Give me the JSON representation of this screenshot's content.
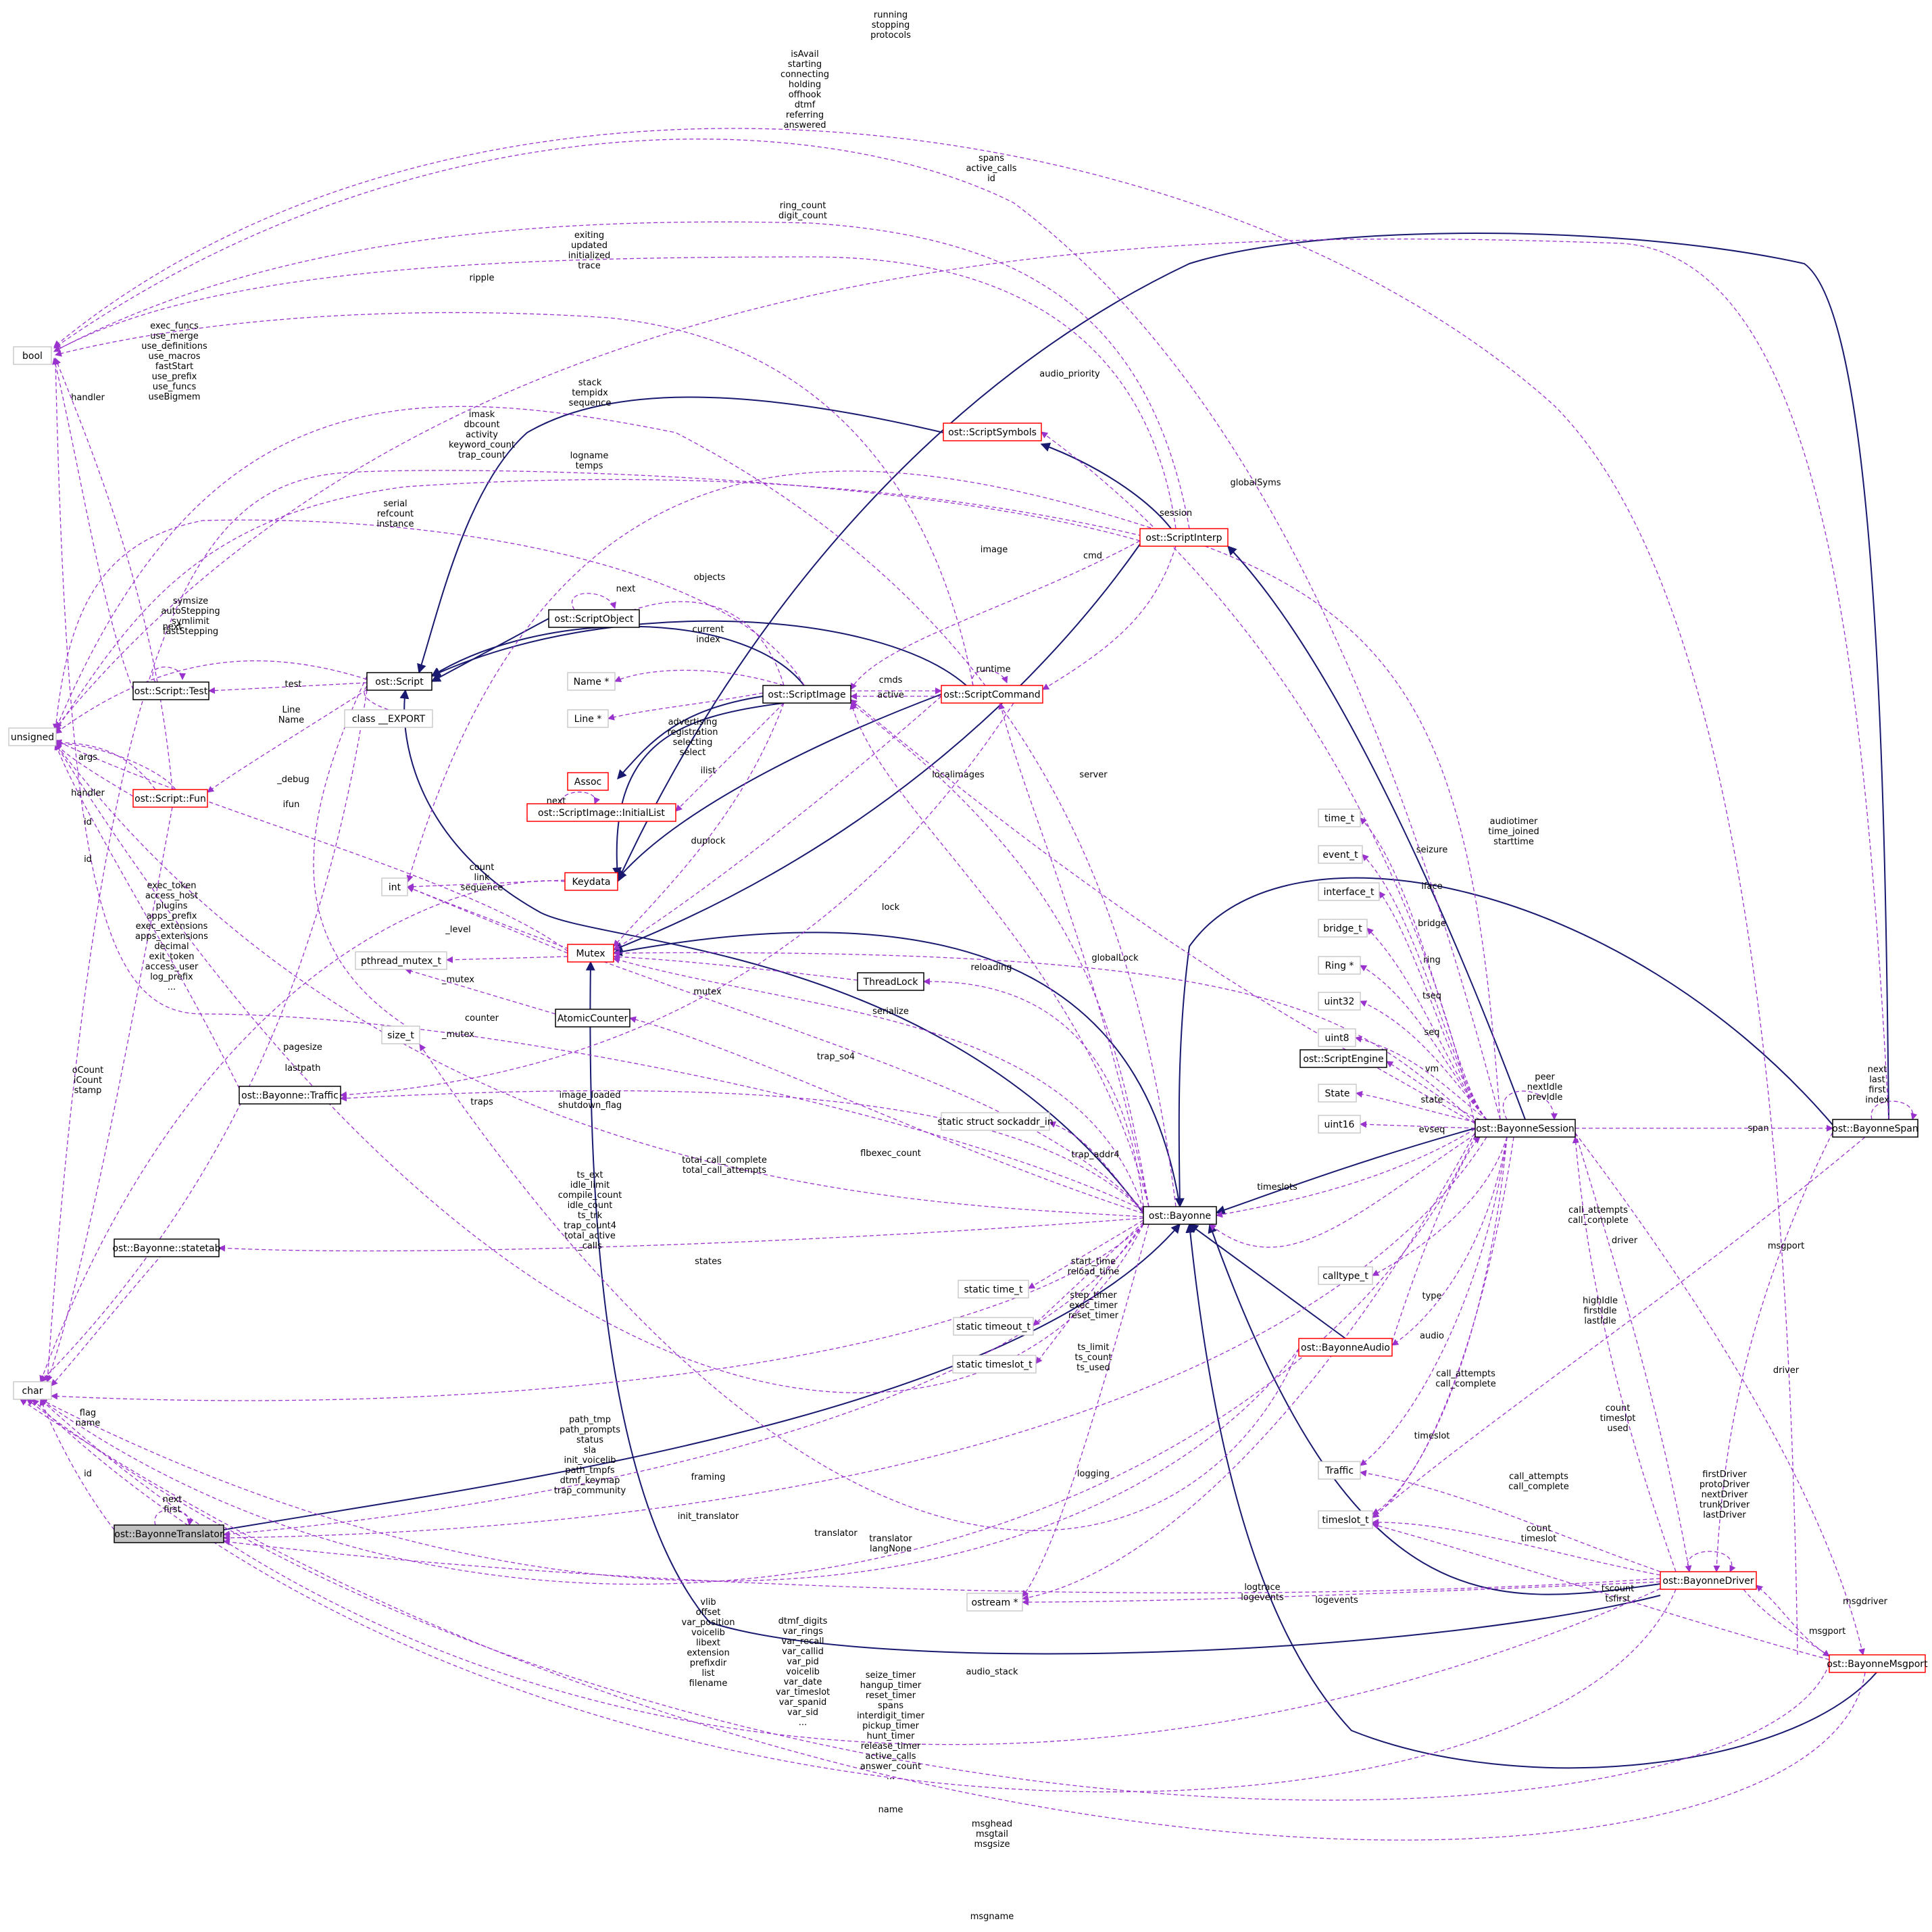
{
  "colors": {
    "inherit": "#191970",
    "use": "#9a32cd",
    "border_black": "#000000",
    "border_red": "#ff0000",
    "border_gray": "#bfbfbf",
    "focus_fill": "#bfbfbf"
  },
  "nodes": [
    {
      "id": "bool",
      "label": "bool",
      "kind": "gray"
    },
    {
      "id": "unsigned",
      "label": "unsigned",
      "kind": "gray"
    },
    {
      "id": "char",
      "label": "char",
      "kind": "gray"
    },
    {
      "id": "int",
      "label": "int",
      "kind": "gray"
    },
    {
      "id": "size_t",
      "label": "size_t",
      "kind": "gray"
    },
    {
      "id": "pthread",
      "label": "pthread_mutex_t",
      "kind": "gray"
    },
    {
      "id": "export",
      "label": "class __EXPORT",
      "kind": "gray"
    },
    {
      "id": "name",
      "label": "Name *",
      "kind": "gray"
    },
    {
      "id": "line",
      "label": "Line *",
      "kind": "gray"
    },
    {
      "id": "test",
      "label": "ost::Script::Test",
      "kind": "black"
    },
    {
      "id": "fun",
      "label": "ost::Script::Fun",
      "kind": "red"
    },
    {
      "id": "script",
      "label": "ost::Script",
      "kind": "black"
    },
    {
      "id": "scriptobject",
      "label": "ost::ScriptObject",
      "kind": "black"
    },
    {
      "id": "scriptimage",
      "label": "ost::ScriptImage",
      "kind": "black"
    },
    {
      "id": "scriptcommand",
      "label": "ost::ScriptCommand",
      "kind": "red"
    },
    {
      "id": "scriptsymbols",
      "label": "ost::ScriptSymbols",
      "kind": "red"
    },
    {
      "id": "scriptinterp",
      "label": "ost::ScriptInterp",
      "kind": "red"
    },
    {
      "id": "assoc",
      "label": "Assoc",
      "kind": "red"
    },
    {
      "id": "initiallist",
      "label": "ost::ScriptImage::InitialList",
      "kind": "red"
    },
    {
      "id": "keydata",
      "label": "Keydata",
      "kind": "red"
    },
    {
      "id": "mutex",
      "label": "Mutex",
      "kind": "red"
    },
    {
      "id": "threadlock",
      "label": "ThreadLock",
      "kind": "black"
    },
    {
      "id": "atomic",
      "label": "AtomicCounter",
      "kind": "black"
    },
    {
      "id": "traffic_b",
      "label": "ost::Bayonne::Traffic",
      "kind": "black"
    },
    {
      "id": "statetab",
      "label": "ost::Bayonne::statetab",
      "kind": "black"
    },
    {
      "id": "translator",
      "label": "ost::BayonneTranslator",
      "kind": "focus"
    },
    {
      "id": "sockaddr",
      "label": "static struct sockaddr_in",
      "kind": "gray"
    },
    {
      "id": "bayonne",
      "label": "ost::Bayonne",
      "kind": "black"
    },
    {
      "id": "static_time",
      "label": "static time_t",
      "kind": "gray"
    },
    {
      "id": "static_timeout",
      "label": "static timeout_t",
      "kind": "gray"
    },
    {
      "id": "static_timeslot",
      "label": "static timeslot_t",
      "kind": "gray"
    },
    {
      "id": "ostream",
      "label": "ostream *",
      "kind": "gray"
    },
    {
      "id": "time_t",
      "label": "time_t",
      "kind": "gray"
    },
    {
      "id": "event_t",
      "label": "event_t",
      "kind": "gray"
    },
    {
      "id": "interface_t",
      "label": "interface_t",
      "kind": "gray"
    },
    {
      "id": "bridge_t",
      "label": "bridge_t",
      "kind": "gray"
    },
    {
      "id": "ring",
      "label": "Ring *",
      "kind": "gray"
    },
    {
      "id": "uint32",
      "label": "uint32",
      "kind": "gray"
    },
    {
      "id": "uint8",
      "label": "uint8",
      "kind": "gray"
    },
    {
      "id": "scriptengine",
      "label": "ost::ScriptEngine",
      "kind": "black"
    },
    {
      "id": "state",
      "label": "State",
      "kind": "gray"
    },
    {
      "id": "uint16",
      "label": "uint16",
      "kind": "gray"
    },
    {
      "id": "session",
      "label": "ost::BayonneSession",
      "kind": "black"
    },
    {
      "id": "calltype",
      "label": "calltype_t",
      "kind": "gray"
    },
    {
      "id": "audio",
      "label": "ost::BayonneAudio",
      "kind": "red"
    },
    {
      "id": "traffic",
      "label": "Traffic",
      "kind": "gray"
    },
    {
      "id": "timeslot_t",
      "label": "timeslot_t",
      "kind": "gray"
    },
    {
      "id": "driver",
      "label": "ost::BayonneDriver",
      "kind": "red"
    },
    {
      "id": "msgport",
      "label": "ost::BayonneMsgport",
      "kind": "red"
    },
    {
      "id": "span",
      "label": "ost::BayonneSpan",
      "kind": "black"
    }
  ],
  "edge_labels": [
    {
      "id": "l01",
      "lines": [
        "running",
        "stopping",
        "protocols"
      ]
    },
    {
      "id": "l02",
      "lines": [
        "isAvail",
        "starting",
        "connecting",
        "holding",
        "offhook",
        "dtmf",
        "referring",
        "answered"
      ]
    },
    {
      "id": "l03",
      "lines": [
        "spans",
        "active_calls",
        "id"
      ]
    },
    {
      "id": "l04",
      "lines": [
        "ring_count",
        "digit_count"
      ]
    },
    {
      "id": "l05",
      "lines": [
        "exiting",
        "updated",
        "initialized",
        "trace"
      ]
    },
    {
      "id": "l06",
      "lines": [
        "ripple"
      ]
    },
    {
      "id": "l07",
      "lines": [
        "exec_funcs",
        "use_merge",
        "use_definitions",
        "use_macros",
        "fastStart",
        "use_prefix",
        "use_funcs",
        "useBigmem"
      ]
    },
    {
      "id": "l08",
      "lines": [
        "handler"
      ]
    },
    {
      "id": "l09",
      "lines": [
        "audio_priority"
      ]
    },
    {
      "id": "l10",
      "lines": [
        "stack",
        "tempidx",
        "sequence"
      ]
    },
    {
      "id": "l11",
      "lines": [
        "imask",
        "dbcount",
        "activity",
        "keyword_count",
        "trap_count"
      ]
    },
    {
      "id": "l12",
      "lines": [
        "logname",
        "temps"
      ]
    },
    {
      "id": "l13",
      "lines": [
        "session"
      ]
    },
    {
      "id": "l14",
      "lines": [
        "globalSyms"
      ]
    },
    {
      "id": "l15",
      "lines": [
        "serial",
        "refcount",
        "instance"
      ]
    },
    {
      "id": "l16",
      "lines": [
        "image"
      ]
    },
    {
      "id": "l17",
      "lines": [
        "cmd"
      ]
    },
    {
      "id": "l18",
      "lines": [
        "objects"
      ]
    },
    {
      "id": "l19",
      "lines": [
        "next"
      ]
    },
    {
      "id": "l20",
      "lines": [
        "symsize",
        "autoStepping",
        "symlimit",
        "fastStepping"
      ]
    },
    {
      "id": "l21",
      "lines": [
        "next"
      ]
    },
    {
      "id": "l22",
      "lines": [
        "current",
        "index"
      ]
    },
    {
      "id": "l23",
      "lines": [
        "test"
      ]
    },
    {
      "id": "l24",
      "lines": [
        "cmds"
      ]
    },
    {
      "id": "l25",
      "lines": [
        "runtime"
      ]
    },
    {
      "id": "l26",
      "lines": [
        "active"
      ]
    },
    {
      "id": "l27",
      "lines": [
        "Line",
        "Name"
      ]
    },
    {
      "id": "l28",
      "lines": [
        "advertising",
        "registration",
        "selecting",
        "select"
      ]
    },
    {
      "id": "l29",
      "lines": [
        "args"
      ]
    },
    {
      "id": "l30",
      "lines": [
        "localimages"
      ]
    },
    {
      "id": "l31",
      "lines": [
        "server"
      ]
    },
    {
      "id": "l32",
      "lines": [
        "ilist"
      ]
    },
    {
      "id": "l33",
      "lines": [
        "handler"
      ]
    },
    {
      "id": "l34",
      "lines": [
        "next"
      ]
    },
    {
      "id": "l35",
      "lines": [
        "ifun"
      ]
    },
    {
      "id": "l36",
      "lines": [
        "_debug"
      ]
    },
    {
      "id": "l37",
      "lines": [
        "id"
      ]
    },
    {
      "id": "l38",
      "lines": [
        "next"
      ]
    },
    {
      "id": "l39",
      "lines": [
        "duplock"
      ]
    },
    {
      "id": "l40",
      "lines": [
        "id"
      ]
    },
    {
      "id": "l41",
      "lines": [
        "exec_token",
        "access_host",
        "plugins",
        "apps_prefix",
        "exec_extensions",
        "apps_extensions",
        "decimal",
        "exit_token",
        "access_user",
        "log_prefix",
        "..."
      ]
    },
    {
      "id": "l42",
      "lines": [
        "count",
        "link",
        "sequence"
      ]
    },
    {
      "id": "l43",
      "lines": [
        "lock"
      ]
    },
    {
      "id": "l44",
      "lines": [
        "_level"
      ]
    },
    {
      "id": "l45",
      "lines": [
        "globalLock"
      ]
    },
    {
      "id": "l46",
      "lines": [
        "_mutex"
      ]
    },
    {
      "id": "l47",
      "lines": [
        "reloading"
      ]
    },
    {
      "id": "l48",
      "lines": [
        "mutex"
      ]
    },
    {
      "id": "l49",
      "lines": [
        "serialize"
      ]
    },
    {
      "id": "l50",
      "lines": [
        "counter"
      ]
    },
    {
      "id": "l51",
      "lines": [
        "_mutex"
      ]
    },
    {
      "id": "l52",
      "lines": [
        "pagesize"
      ]
    },
    {
      "id": "l53",
      "lines": [
        "lastpath"
      ]
    },
    {
      "id": "l54",
      "lines": [
        "trap_so4"
      ]
    },
    {
      "id": "l55",
      "lines": [
        "oCount",
        "iCount",
        "stamp"
      ]
    },
    {
      "id": "l56",
      "lines": [
        "image_loaded",
        "shutdown_flag"
      ]
    },
    {
      "id": "l57",
      "lines": [
        "traps"
      ]
    },
    {
      "id": "l58",
      "lines": [
        "total_call_complete",
        "total_call_attempts"
      ]
    },
    {
      "id": "l59",
      "lines": [
        "flbexec_count"
      ]
    },
    {
      "id": "l60",
      "lines": [
        "trap_addr4"
      ]
    },
    {
      "id": "l61",
      "lines": [
        "ts_ext",
        "idle_limit",
        "compile_count",
        "idle_count",
        "ts_trk",
        "trap_count4",
        "total_active",
        "_calls"
      ]
    },
    {
      "id": "l62",
      "lines": [
        "timeslots"
      ]
    },
    {
      "id": "l63",
      "lines": [
        "states"
      ]
    },
    {
      "id": "l64",
      "lines": [
        "start_time",
        "reload_time"
      ]
    },
    {
      "id": "l65",
      "lines": [
        "step_timer",
        "exec_timer",
        "reset_timer"
      ]
    },
    {
      "id": "l66",
      "lines": [
        "ts_limit",
        "ts_count",
        "ts_used"
      ]
    },
    {
      "id": "l67",
      "lines": [
        "flag",
        "name"
      ]
    },
    {
      "id": "l68",
      "lines": [
        "path_tmp",
        "path_prompts",
        "status",
        "sla",
        "init_voicelib",
        "path_tmpfs",
        "dtmf_keymap",
        "trap_community"
      ]
    },
    {
      "id": "l69",
      "lines": [
        "framing"
      ]
    },
    {
      "id": "l70",
      "lines": [
        "logging"
      ]
    },
    {
      "id": "l71",
      "lines": [
        "id"
      ]
    },
    {
      "id": "l72",
      "lines": [
        "next",
        "first"
      ]
    },
    {
      "id": "l73",
      "lines": [
        "init_translator"
      ]
    },
    {
      "id": "l74",
      "lines": [
        "translator"
      ]
    },
    {
      "id": "l75",
      "lines": [
        "translator",
        "langNone"
      ]
    },
    {
      "id": "l76",
      "lines": [
        "logtrace",
        "logevents"
      ]
    },
    {
      "id": "l77",
      "lines": [
        "logevents"
      ]
    },
    {
      "id": "l78",
      "lines": [
        "vlib",
        "offset",
        "var_position",
        "voicelib",
        "libext",
        "extension",
        "prefixdir",
        "list",
        "filename"
      ]
    },
    {
      "id": "l79",
      "lines": [
        "dtmf_digits",
        "var_rings",
        "var_recall",
        "var_callid",
        "var_pid",
        "voicelib",
        "var_date",
        "var_timeslot",
        "var_spanid",
        "var_sid",
        "..."
      ]
    },
    {
      "id": "l80",
      "lines": [
        "audio_stack"
      ]
    },
    {
      "id": "l81",
      "lines": [
        "seize_timer",
        "hangup_timer",
        "reset_timer",
        "spans",
        "interdigit_timer",
        "pickup_timer",
        "hunt_timer",
        "release_timer",
        "active_calls",
        "answer_count",
        "..."
      ]
    },
    {
      "id": "l82",
      "lines": [
        "name"
      ]
    },
    {
      "id": "l83",
      "lines": [
        "msghead",
        "msgtail",
        "msgsize"
      ]
    },
    {
      "id": "l84",
      "lines": [
        "msgname"
      ]
    },
    {
      "id": "l85",
      "lines": [
        "audiotimer",
        "time_joined",
        "starttime"
      ]
    },
    {
      "id": "l86",
      "lines": [
        "seizure"
      ]
    },
    {
      "id": "l87",
      "lines": [
        "iface"
      ]
    },
    {
      "id": "l88",
      "lines": [
        "bridge"
      ]
    },
    {
      "id": "l89",
      "lines": [
        "ring"
      ]
    },
    {
      "id": "l90",
      "lines": [
        "tseq"
      ]
    },
    {
      "id": "l91",
      "lines": [
        "seq"
      ]
    },
    {
      "id": "l92",
      "lines": [
        "vm"
      ]
    },
    {
      "id": "l93",
      "lines": [
        "state"
      ]
    },
    {
      "id": "l94",
      "lines": [
        "evseq"
      ]
    },
    {
      "id": "l95",
      "lines": [
        "peer",
        "nextIdle",
        "prevIdle"
      ]
    },
    {
      "id": "l96",
      "lines": [
        "span"
      ]
    },
    {
      "id": "l97",
      "lines": [
        "next",
        "last",
        "first",
        "index"
      ]
    },
    {
      "id": "l98",
      "lines": [
        "type"
      ]
    },
    {
      "id": "l99",
      "lines": [
        "audio"
      ]
    },
    {
      "id": "l100",
      "lines": [
        "call_attempts",
        "call_complete"
      ]
    },
    {
      "id": "l101",
      "lines": [
        "timeslot"
      ]
    },
    {
      "id": "l102",
      "lines": [
        "call_attempts",
        "call_complete"
      ]
    },
    {
      "id": "l103",
      "lines": [
        "driver"
      ]
    },
    {
      "id": "l104",
      "lines": [
        "highIdle",
        "firstIdle",
        "lastIdle"
      ]
    },
    {
      "id": "l105",
      "lines": [
        "msgport"
      ]
    },
    {
      "id": "l106",
      "lines": [
        "driver"
      ]
    },
    {
      "id": "l107",
      "lines": [
        "count",
        "timeslot",
        "used"
      ]
    },
    {
      "id": "l108",
      "lines": [
        "call_attempts",
        "call_complete"
      ]
    },
    {
      "id": "l109",
      "lines": [
        "count",
        "timeslot"
      ]
    },
    {
      "id": "l110",
      "lines": [
        "firstDriver",
        "protoDriver",
        "nextDriver",
        "trunkDriver",
        "lastDriver"
      ]
    },
    {
      "id": "l111",
      "lines": [
        "tscount",
        "tsfirst"
      ]
    },
    {
      "id": "l112",
      "lines": [
        "msgdriver"
      ]
    },
    {
      "id": "l113",
      "lines": [
        "msgport"
      ]
    }
  ]
}
